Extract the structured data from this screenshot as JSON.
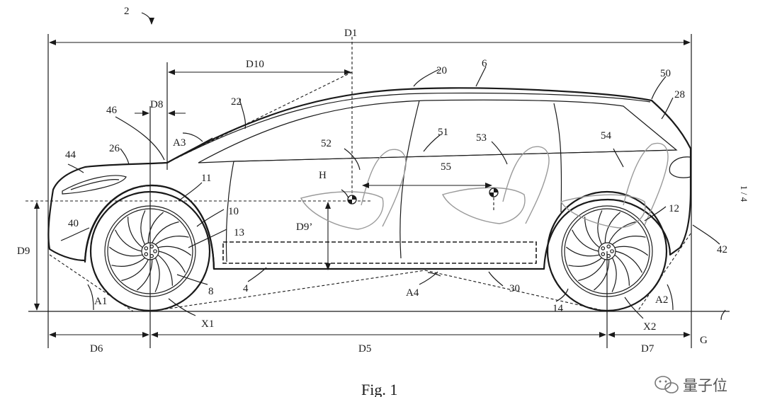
{
  "figure": {
    "caption": "Fig. 1",
    "sheet": "1 / 4",
    "ref_numeral": "2"
  },
  "dimensions": {
    "d1": "D1",
    "d5": "D5",
    "d6": "D6",
    "d7": "D7",
    "d8": "D8",
    "d9": "D9",
    "d9p": "D9’",
    "d10": "D10"
  },
  "angles": {
    "a1": "A1",
    "a2": "A2",
    "a3": "A3",
    "a4": "A4"
  },
  "markers": {
    "h": "H",
    "x1": "X1",
    "x2": "X2",
    "g": "G"
  },
  "parts": {
    "p4": "4",
    "p6": "6",
    "p8": "8",
    "p10": "10",
    "p11": "11",
    "p12": "12",
    "p13": "13",
    "p14": "14",
    "p20": "20",
    "p22": "22",
    "p26": "26",
    "p28": "28",
    "p30": "30",
    "p40": "40",
    "p42": "42",
    "p44": "44",
    "p46": "46",
    "p50": "50",
    "p51": "51",
    "p52": "52",
    "p53": "53",
    "p54": "54",
    "p55": "55"
  },
  "watermark": {
    "text": "量子位",
    "icon": "wechat-icon"
  }
}
